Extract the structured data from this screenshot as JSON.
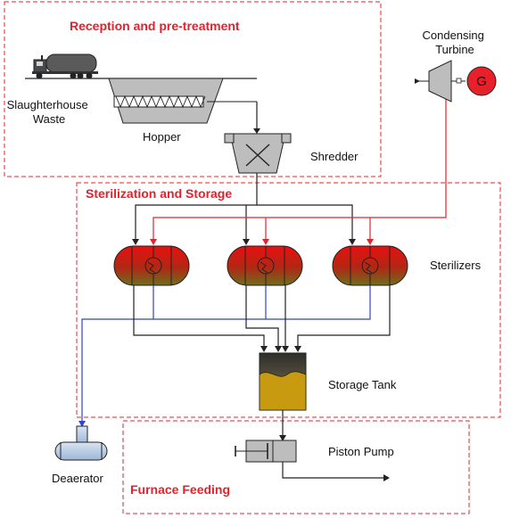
{
  "sections": {
    "reception": "Reception and pre-treatment",
    "sterilization": "Sterilization and Storage",
    "furnace": "Furnace Feeding"
  },
  "labels": {
    "waste_line1": "Slaughterhouse",
    "waste_line2": "Waste",
    "hopper": "Hopper",
    "shredder": "Shredder",
    "sterilizers": "Sterilizers",
    "storage_tank": "Storage Tank",
    "piston_pump": "Piston Pump",
    "deaerator": "Deaerator",
    "turbine_line1": "Condensing",
    "turbine_line2": "Turbine",
    "generator": "G"
  },
  "colors": {
    "section_border": "#e0262d",
    "section_title": "#e8202a",
    "steam_line": "#e0262d",
    "condensate_line": "#3344cc",
    "process_line": "#222222",
    "sterilizer_top": "#e81010",
    "sterilizer_bottom": "#6e6e1e",
    "tank_fill": "#c89a10",
    "equipment_gray": "#bdbdbd",
    "deaerator_fill": "#b9cde4"
  }
}
